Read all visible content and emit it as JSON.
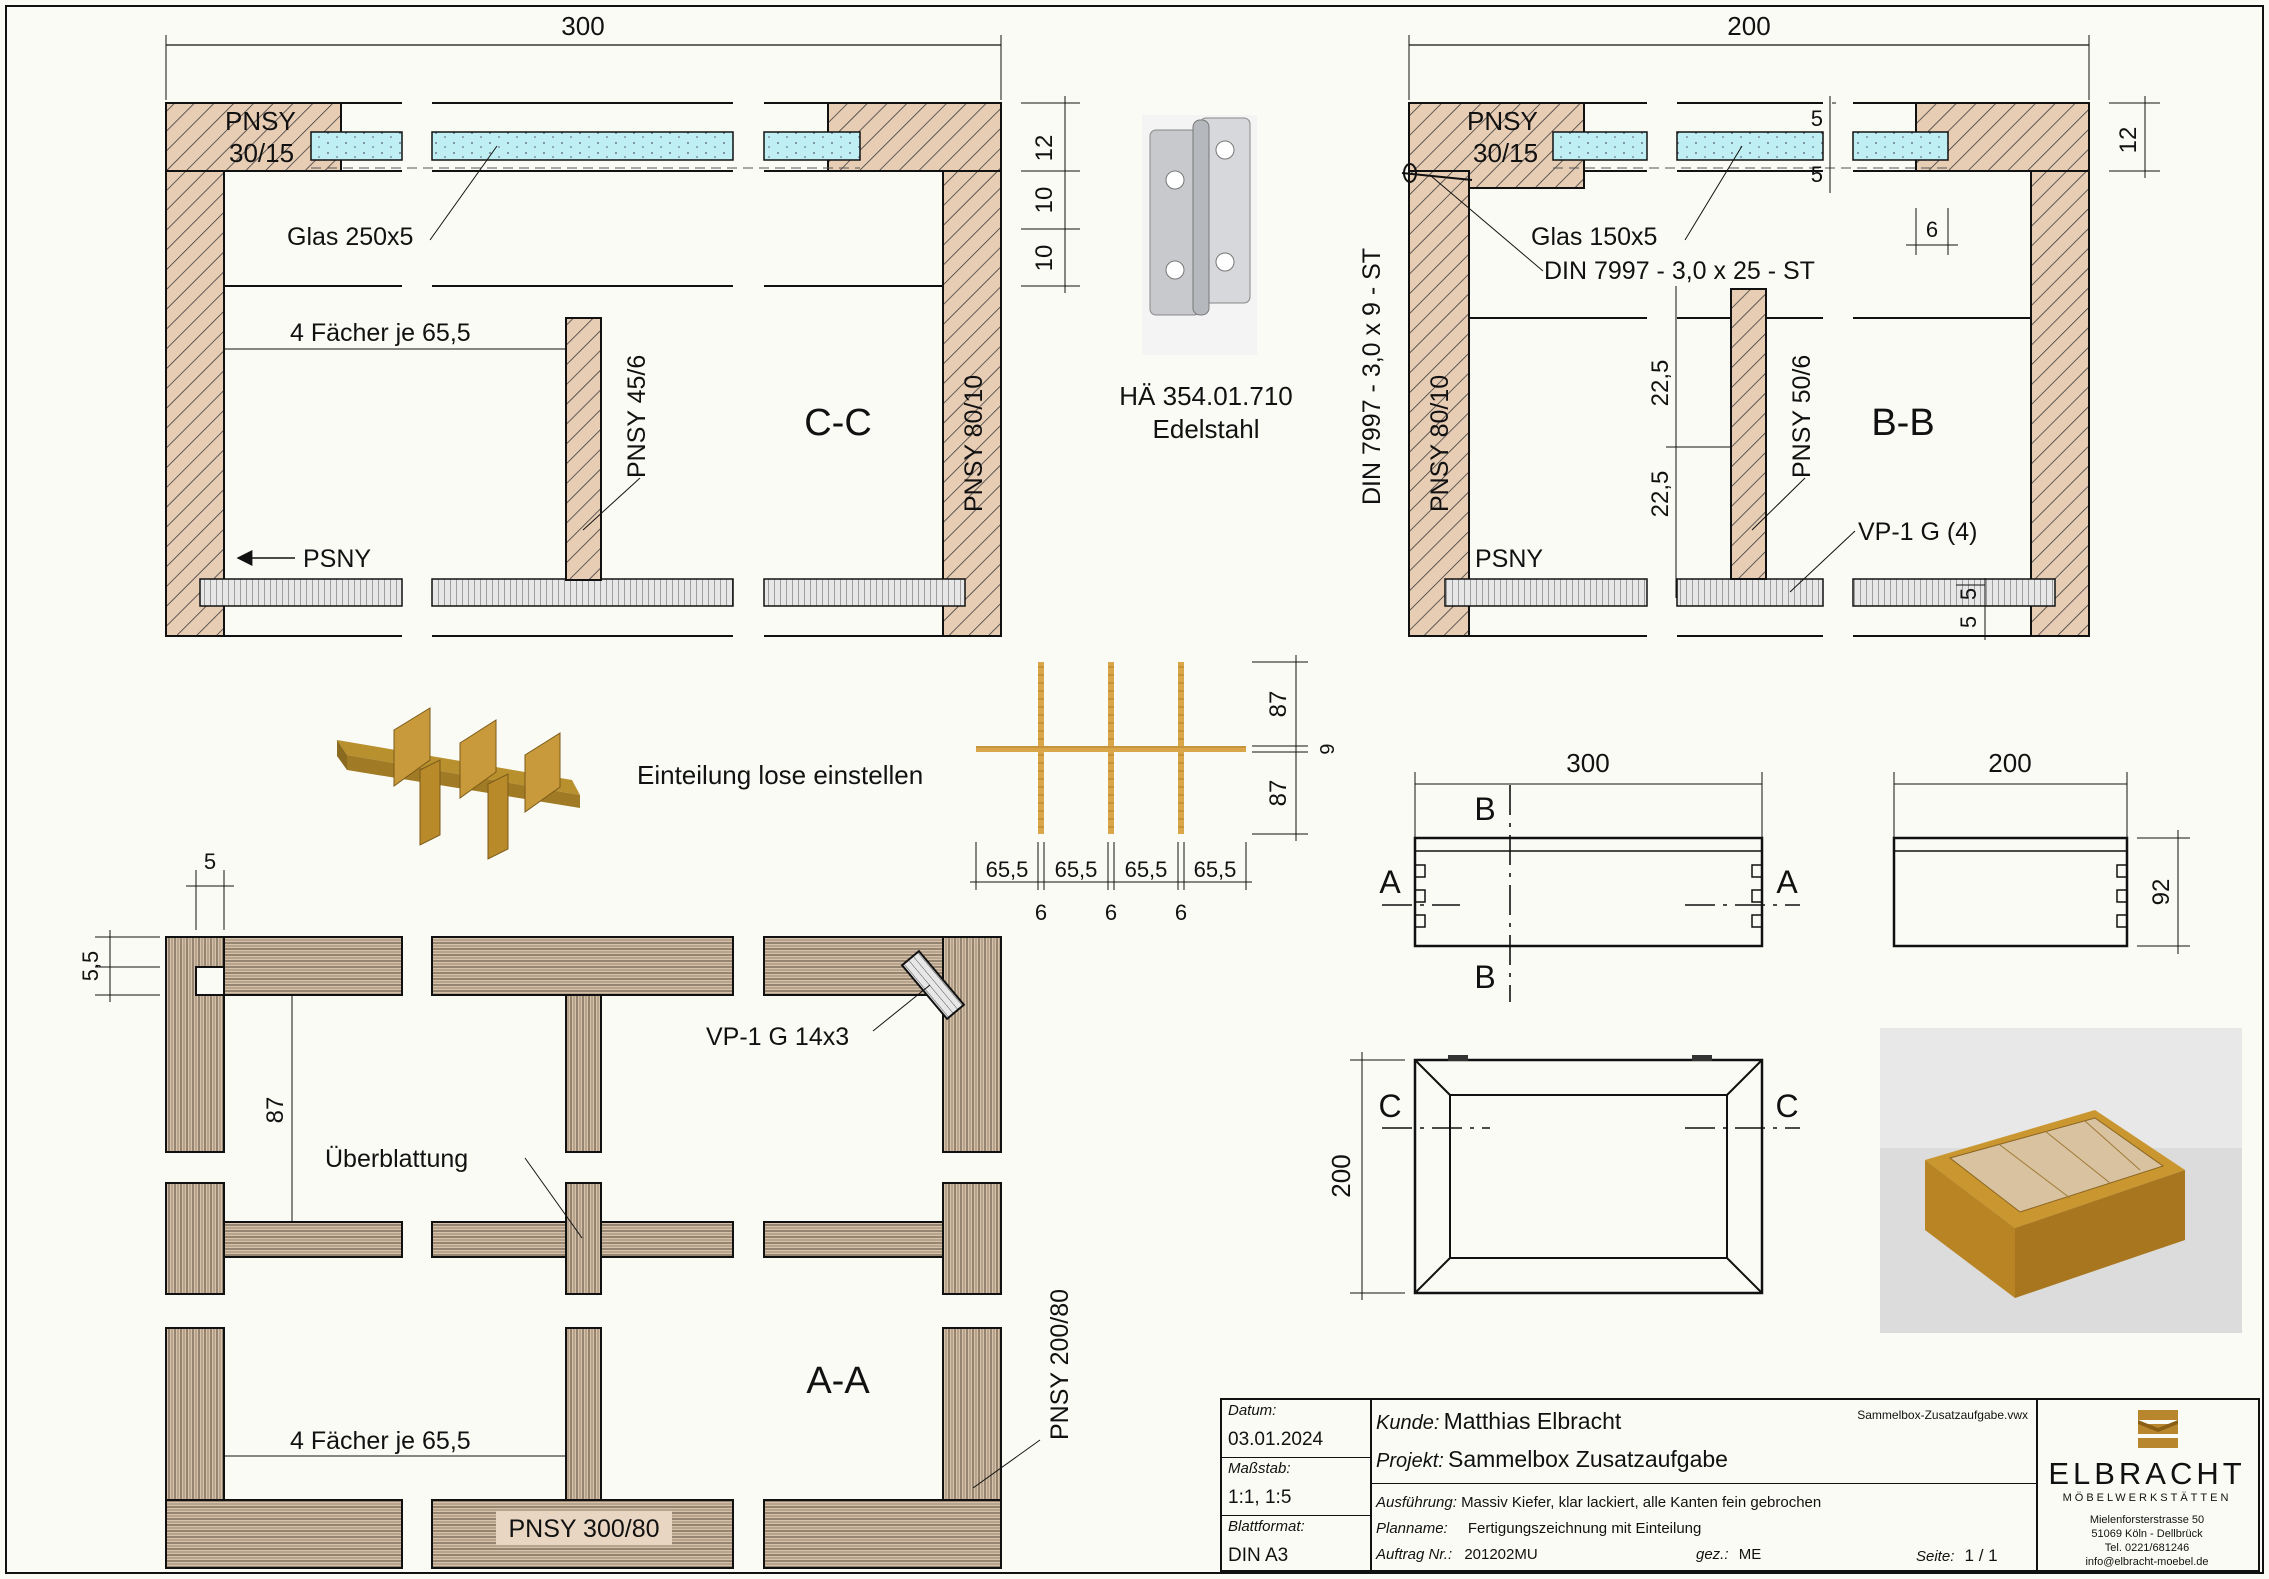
{
  "colors": {
    "wood_cut": "#e8cdb5",
    "glass": "#bfeff2",
    "board": "#b9a084",
    "line": "#111111"
  },
  "views": {
    "cc": {
      "section_label": "C-C",
      "dim_width": "300",
      "label_pnsy_top": "PNSY",
      "label_pnsy_top2": "30/15",
      "glass_label": "Glas 250x5",
      "compartments": "4 Fächer je 65,5",
      "divider_label": "PNSY 45/6",
      "side_label": "PNSY 80/10",
      "psny_label": "PSNY",
      "dim_12": "12",
      "dim_10a": "10",
      "dim_10b": "10"
    },
    "bb": {
      "section_label": "B-B",
      "dim_width": "200",
      "label_pnsy_top": "PNSY",
      "label_pnsy_top2": "30/15",
      "glass_label": "Glas 150x5",
      "screw_label": "DIN 7997 - 3,0 x 25 - ST",
      "screw_vertical": "DIN 7997 - 3,0 x 9 - ST",
      "side_label": "PNSY 80/10",
      "divider_label": "PNSY 50/6",
      "psny_label": "PSNY",
      "vp_label": "VP-1 G (4)",
      "dim_5a": "5",
      "dim_5b": "5",
      "dim_12": "12",
      "dim_6": "6",
      "dim_22a": "22,5",
      "dim_22b": "22,5",
      "dim_5c": "5",
      "dim_5d": "5"
    },
    "hinge": {
      "label_line1": "HÄ 354.01.710",
      "label_line2": "Edelstahl"
    },
    "grid": {
      "caption": "Einteilung lose einstellen",
      "dim_87a": "87",
      "dim_87b": "87",
      "dim_6": "6",
      "spacings": [
        "65,5",
        "65,5",
        "65,5",
        "65,5"
      ],
      "gaps": [
        "6",
        "6",
        "6"
      ]
    },
    "aa": {
      "section_label": "A-A",
      "dim_5": "5",
      "dim_55": "5,5",
      "dim_87": "87",
      "vp_label": "VP-1 G 14x3",
      "overlap_label": "Überblattung",
      "compartments": "4 Fächer je 65,5",
      "bottom_label": "PNSY 300/80",
      "side_label": "PNSY 200/80"
    },
    "front": {
      "dim": "300",
      "cut_a1": "A",
      "cut_a2": "A",
      "cut_b1": "B",
      "cut_b2": "B"
    },
    "side": {
      "dim_w": "200",
      "dim_h": "92"
    },
    "top": {
      "dim": "200",
      "cut_c1": "C",
      "cut_c2": "C"
    }
  },
  "titleblock": {
    "datum_label": "Datum:",
    "datum_value": "03.01.2024",
    "massstab_label": "Maßstab:",
    "massstab_value": "1:1, 1:5",
    "blattformat_label": "Blattformat:",
    "blattformat_value": "DIN A3",
    "kunde_label": "Kunde:",
    "kunde_value": "Matthias Elbracht",
    "file": "Sammelbox-Zusatzaufgabe.vwx",
    "projekt_label": "Projekt:",
    "projekt_value": "Sammelbox Zusatzaufgabe",
    "ausfuehrung_label": "Ausführung:",
    "ausfuehrung_value": "Massiv Kiefer, klar lackiert, alle Kanten fein gebrochen",
    "planname_label": "Planname:",
    "planname_value": "Fertigungszeichnung mit Einteilung",
    "auftrag_label": "Auftrag Nr.:",
    "auftrag_value": "201202MU",
    "gez_label": "gez.:",
    "gez_value": "ME",
    "seite_label": "Seite:",
    "seite_value": "1 / 1",
    "company": "ELBRACHT",
    "company_sub": "MÖBELWERKSTÄTTEN",
    "address1": "Mielenforsterstrasse 50",
    "address2": "51069 Köln - Dellbrück",
    "phone": "Tel. 0221/681246",
    "email": "info@elbracht-moebel.de"
  }
}
